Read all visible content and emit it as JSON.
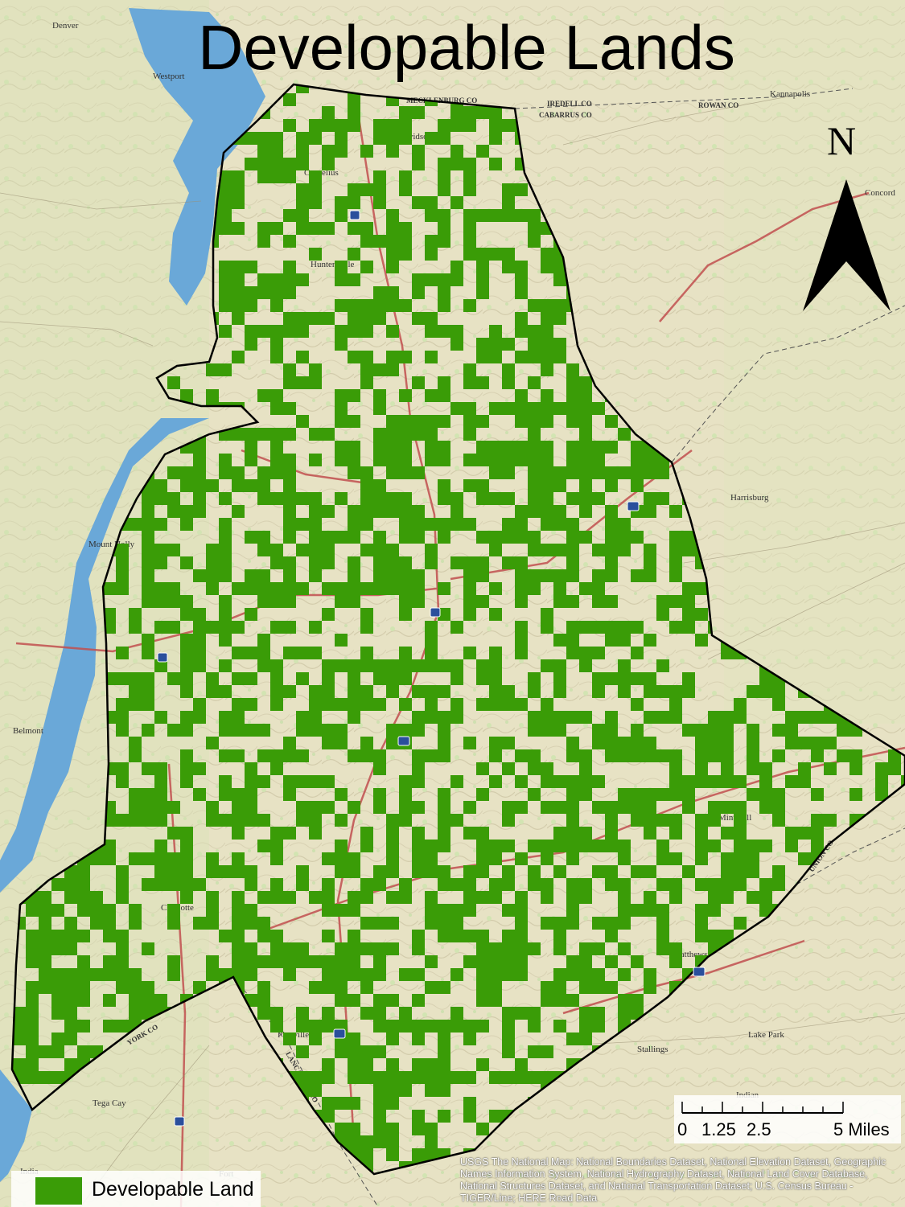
{
  "map": {
    "title": "Developable Lands",
    "north_letter": "N",
    "colors": {
      "developable": "#3a9c07",
      "basemap": "#e7e2c4",
      "water": "#6aa8d8",
      "boundary": "#000000",
      "highway": "#c14f4f"
    },
    "place_labels": [
      "Denver",
      "Westport",
      "Davidson",
      "Cornelius",
      "Huntersville",
      "Kannapolis",
      "Concord",
      "Harrisburg",
      "Mount Holly",
      "Belmont",
      "Charlotte",
      "Matthews",
      "Stallings",
      "Lake Park",
      "Indian",
      "Tega Cay",
      "Fort",
      "India",
      "Mint Hill",
      "Pineville"
    ],
    "county_labels": [
      "IREDELL CO",
      "CABARRUS CO",
      "ROWAN CO",
      "MECKLENBURG CO",
      "YORK CO",
      "UNION CO",
      "LANCASTER CO"
    ],
    "scale_bar": {
      "labels": [
        "0",
        "1.25",
        "2.5",
        "5 Miles"
      ],
      "tick_values": [
        0,
        1.25,
        2.5,
        5
      ]
    },
    "legend": {
      "label": "Developable Land",
      "swatch_icon": "green-square-icon"
    },
    "credits": "USGS The National Map: National Boundaries Dataset, National Elevation Dataset, Geographic Names Information System, National Hydrography Dataset, National Land Cover Database, National Structures Dataset, and National Transportation Dataset; U.S. Census Bureau - TIGER/Line; HERE Road Data"
  }
}
